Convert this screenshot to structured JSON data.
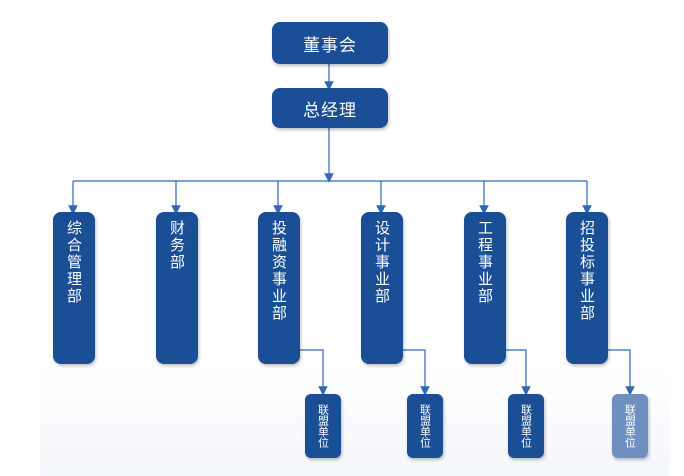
{
  "chart": {
    "top": {
      "label": "董事会"
    },
    "second": {
      "label": "总经理"
    },
    "departments": [
      {
        "label": "综合管理部"
      },
      {
        "label": "财务部"
      },
      {
        "label": "投融资事业部"
      },
      {
        "label": "设计事业部"
      },
      {
        "label": "工程事业部"
      },
      {
        "label": "招投标事业部"
      }
    ],
    "affiliates": [
      {
        "label": "联盟单位"
      },
      {
        "label": "联盟单位"
      },
      {
        "label": "联盟单位"
      },
      {
        "label": "联盟单位"
      }
    ]
  },
  "colors": {
    "box": "#1a4f96",
    "line": "#2f68b5",
    "faded_box": "#6f8fc0"
  }
}
